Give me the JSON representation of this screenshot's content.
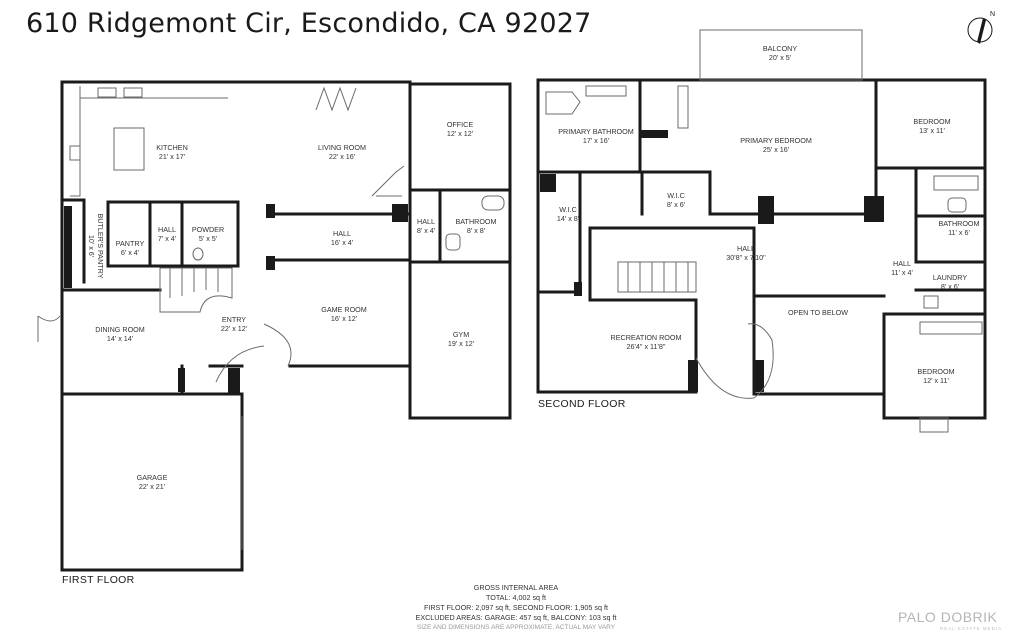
{
  "title": "610 Ridgemont Cir, Escondido, CA 92027",
  "first_floor": {
    "label": "FIRST FLOOR",
    "rooms": [
      {
        "name": "KITCHEN",
        "dim": "21' x 17'"
      },
      {
        "name": "LIVING ROOM",
        "dim": "22' x 16'"
      },
      {
        "name": "OFFICE",
        "dim": "12' x 12'"
      },
      {
        "name": "HALL",
        "dim": "7' x 4'"
      },
      {
        "name": "POWDER",
        "dim": "5' x 5'"
      },
      {
        "name": "PANTRY",
        "dim": "6' x 4'"
      },
      {
        "name": "BUTLER'S PANTRY",
        "dim": "10' x 6'"
      },
      {
        "name": "HALL",
        "dim": "16' x 4'"
      },
      {
        "name": "HALL",
        "dim": "8' x 4'"
      },
      {
        "name": "BATHROOM",
        "dim": "8' x 8'"
      },
      {
        "name": "DINING ROOM",
        "dim": "14' x 14'"
      },
      {
        "name": "ENTRY",
        "dim": "22' x 12'"
      },
      {
        "name": "GAME ROOM",
        "dim": "16' x 12'"
      },
      {
        "name": "GYM",
        "dim": "19' x 12'"
      },
      {
        "name": "GARAGE",
        "dim": "22' x 21'"
      }
    ]
  },
  "second_floor": {
    "label": "SECOND FLOOR",
    "rooms": [
      {
        "name": "BALCONY",
        "dim": "20' x 5'"
      },
      {
        "name": "PRIMARY BATHROOM",
        "dim": "17' x 16'"
      },
      {
        "name": "PRIMARY BEDROOM",
        "dim": "25' x 16'"
      },
      {
        "name": "BEDROOM",
        "dim": "13' x 11'"
      },
      {
        "name": "W.I.C",
        "dim": "14' x 8'"
      },
      {
        "name": "W.I.C",
        "dim": "8' x 6'"
      },
      {
        "name": "HALL",
        "dim": "30'8\" x 7'10\""
      },
      {
        "name": "BATHROOM",
        "dim": "11' x 6'"
      },
      {
        "name": "HALL",
        "dim": "11' x 4'"
      },
      {
        "name": "LAUNDRY",
        "dim": "8' x 6'"
      },
      {
        "name": "RECREATION ROOM",
        "dim": "26'4\" x 11'8\""
      },
      {
        "name": "OPEN TO BELOW",
        "dim": ""
      },
      {
        "name": "BEDROOM",
        "dim": "12' x 11'"
      }
    ]
  },
  "summary": {
    "heading": "GROSS INTERNAL AREA",
    "total": "TOTAL: 4,002 sq ft",
    "floors": "FIRST FLOOR: 2,097 sq ft, SECOND FLOOR: 1,905 sq ft",
    "excluded": "EXCLUDED AREAS: GARAGE: 457 sq ft, BALCONY: 103 sq ft",
    "disclaimer": "SIZE AND DIMENSIONS ARE APPROXIMATE, ACTUAL MAY VARY"
  },
  "brand": {
    "name": "PALO DOBRIK",
    "tagline": "REAL ESTATE MEDIA"
  },
  "compass": {
    "letter": "N"
  },
  "colors": {
    "wall": "#1a1a1a",
    "fixture": "#6b6b6b",
    "background": "#ffffff"
  }
}
